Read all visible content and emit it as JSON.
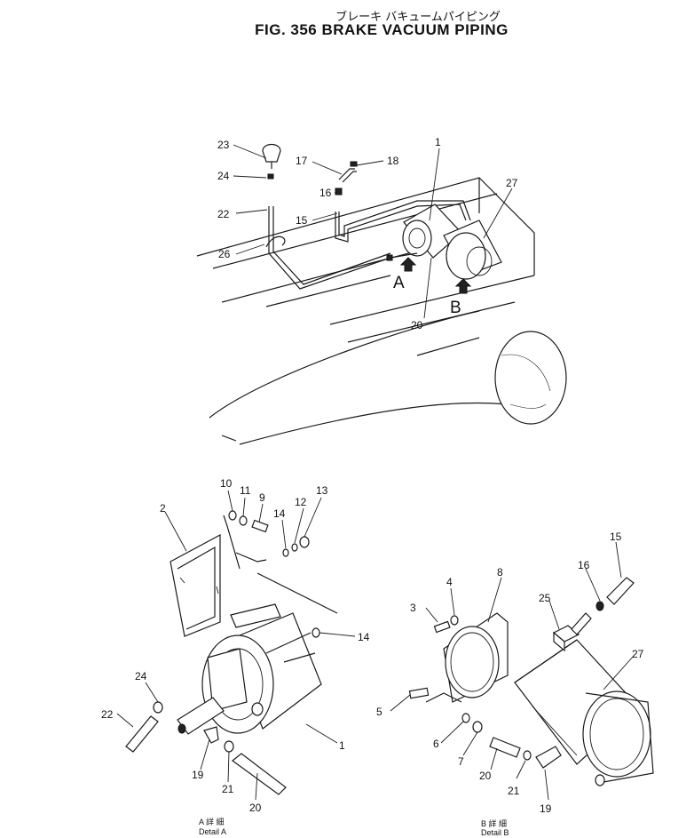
{
  "figure": {
    "title_jp": "ブレーキ バキュームパイピング",
    "title_en": "FIG. 356 BRAKE VACUUM PIPING"
  },
  "overview": {
    "view_arrow_a": "A",
    "view_arrow_b": "B",
    "callouts": [
      "1",
      "15",
      "16",
      "17",
      "18",
      "20",
      "22",
      "23",
      "24",
      "26",
      "27"
    ]
  },
  "detail_a": {
    "label_jp": "A 詳 細",
    "label_en": "Detail A",
    "callouts": [
      "1",
      "2",
      "9",
      "10",
      "11",
      "12",
      "13",
      "14",
      "14",
      "19",
      "20",
      "21",
      "22",
      "24"
    ]
  },
  "detail_b": {
    "label_jp": "B 詳 細",
    "label_en": "Detail B",
    "callouts": [
      "3",
      "4",
      "5",
      "6",
      "7",
      "8",
      "15",
      "16",
      "19",
      "20",
      "21",
      "25",
      "27"
    ]
  }
}
